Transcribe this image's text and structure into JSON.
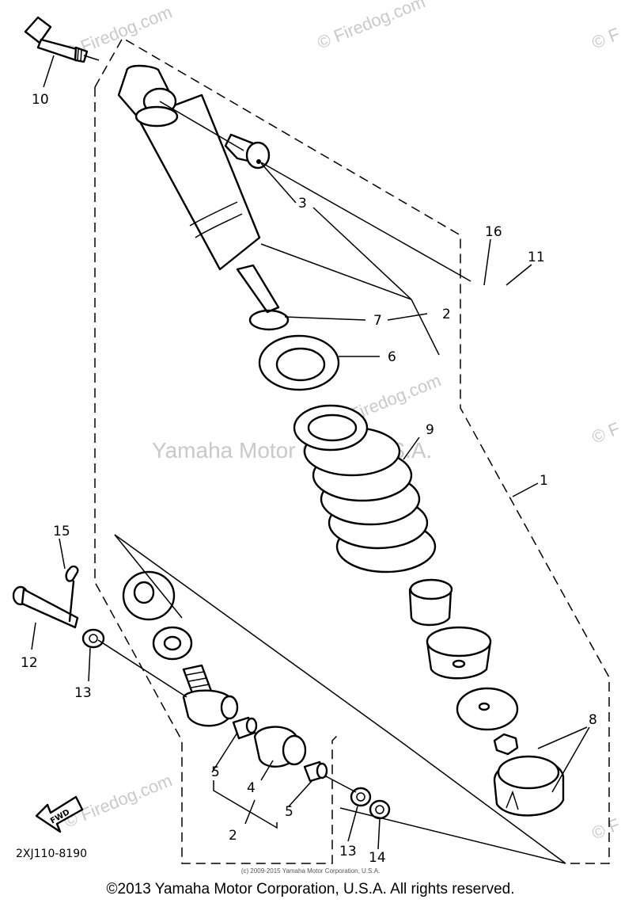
{
  "watermarks": {
    "firedog": "© Firedog.com",
    "firedog_partial": "© F",
    "yamaha": "Yamaha Motor Corp., U.S.A."
  },
  "callouts": {
    "c1": "1",
    "c2a": "2",
    "c2b": "2",
    "c3": "3",
    "c4": "4",
    "c5a": "5",
    "c5b": "5",
    "c6": "6",
    "c7": "7",
    "c8": "8",
    "c9": "9",
    "c10": "10",
    "c11": "11",
    "c12": "12",
    "c13a": "13",
    "c13b": "13",
    "c14": "14",
    "c15": "15",
    "c16": "16"
  },
  "fwd_label": "FWD",
  "diagram_code": "2XJ110-8190",
  "small_copyright": "(c) 2009-2015 Yamaha Motor Corporation, U.S.A.",
  "copyright": "©2013 Yamaha Motor Corporation, U.S.A. All rights reserved."
}
